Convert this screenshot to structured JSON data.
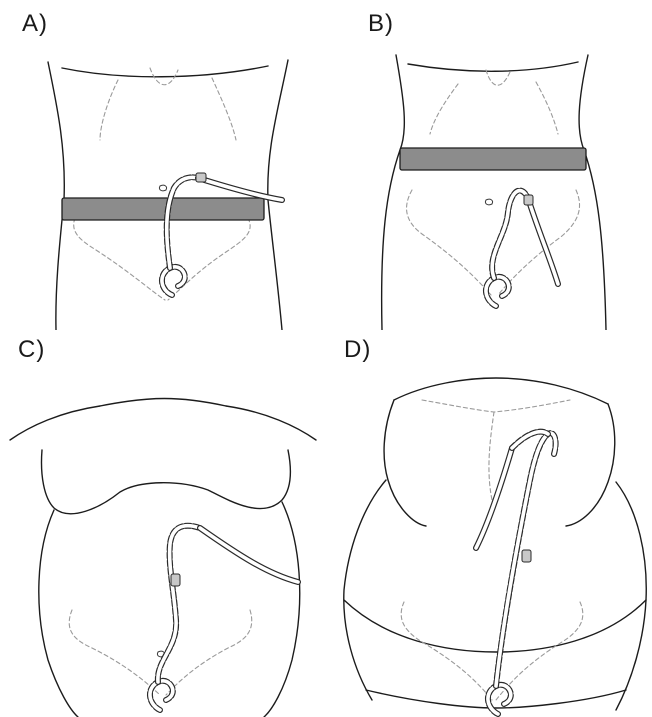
{
  "figure": {
    "panels": [
      {
        "key": "a",
        "label": "A)",
        "belt": true,
        "belt_color": "#8c8c8c"
      },
      {
        "key": "b",
        "label": "B)",
        "belt": true,
        "belt_color": "#8c8c8c"
      },
      {
        "key": "c",
        "label": "C)",
        "belt": false
      },
      {
        "key": "d",
        "label": "D)",
        "belt": false
      }
    ],
    "colors": {
      "outline": "#1c1c1c",
      "skeleton_dashed": "#9a9a9a",
      "belt": "#8c8c8c",
      "background": "#ffffff"
    }
  }
}
